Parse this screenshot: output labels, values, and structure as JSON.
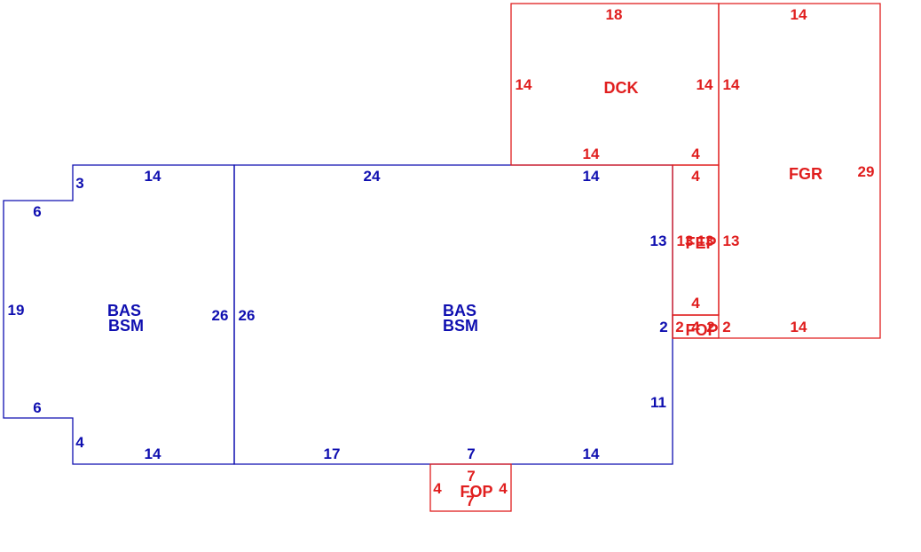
{
  "colors": {
    "living": "#0f0fb0",
    "other": "#e01e1e",
    "background": "#ffffff"
  },
  "sketch": {
    "areas": {
      "bas_left": {
        "code": "BAS",
        "sub": "BSM"
      },
      "bas_main": {
        "code": "BAS",
        "sub": "BSM"
      },
      "dck": {
        "code": "DCK"
      },
      "fgr": {
        "code": "FGR"
      },
      "fep": {
        "code": "FEP"
      },
      "fop_side": {
        "code": "FOP"
      },
      "fop_bottom": {
        "code": "FOP"
      }
    },
    "dims": {
      "left_top_notch": "3",
      "left_top_len": "14",
      "left_top_step": "6",
      "left_side": "19",
      "left_bottom_step": "6",
      "left_bottom_notch": "4",
      "left_bottom_len": "14",
      "left_shared_a": "26",
      "left_shared_b": "26",
      "main_top_a": "24",
      "main_top_b": "14",
      "main_right_upper": "13",
      "main_right_mid": "2",
      "main_right_lower": "11",
      "main_bottom_a": "17",
      "main_bottom_b": "7",
      "main_bottom_c": "14",
      "dck_top": "18",
      "dck_left": "14",
      "dck_right_in": "14",
      "dck_right_out": "14",
      "dck_bottom": "14",
      "dck_bottom_step": "4",
      "fgr_top": "14",
      "fgr_right": "29",
      "fgr_bottom": "14",
      "fgr_left": "13",
      "fep_top": "4",
      "fep_left": "13",
      "fep_right": "13",
      "fep_bottom": "4",
      "fop_side_left": "2",
      "fop_side_top": "4",
      "fop_side_right_a": "2",
      "fop_side_right_b": "2",
      "fop_bottom_top": "7",
      "fop_bottom_left": "4",
      "fop_bottom_right": "4",
      "fop_bottom_bottom": "7"
    }
  }
}
